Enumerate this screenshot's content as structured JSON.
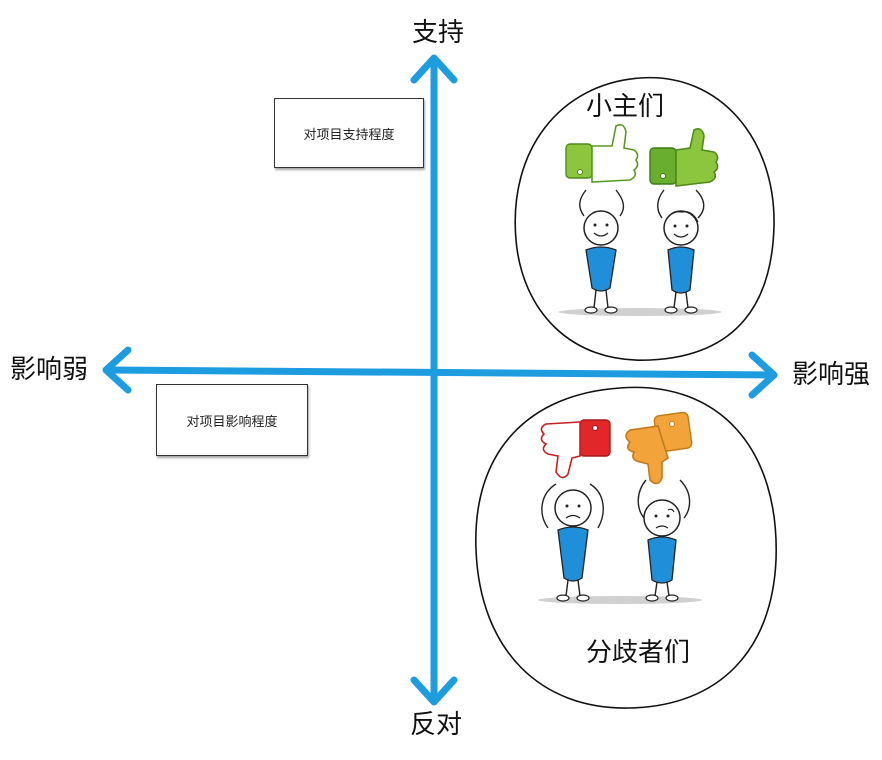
{
  "axes": {
    "top": "支持",
    "bottom": "反对",
    "left": "影响弱",
    "right": "影响强"
  },
  "notes": {
    "support": "对项目支持程度",
    "influence": "对项目影响程度"
  },
  "groups": {
    "top": {
      "label": "小主们",
      "thumbs": [
        "up",
        "up"
      ],
      "colors": [
        "#8CC63F",
        "#6AAE2E"
      ]
    },
    "bottom": {
      "label": "分歧者们",
      "thumbs": [
        "down",
        "down"
      ],
      "colors": [
        "#E3262A",
        "#F2A33A"
      ]
    }
  },
  "colors": {
    "axis": "#1E9CE0",
    "body": "#1E8FD8"
  }
}
